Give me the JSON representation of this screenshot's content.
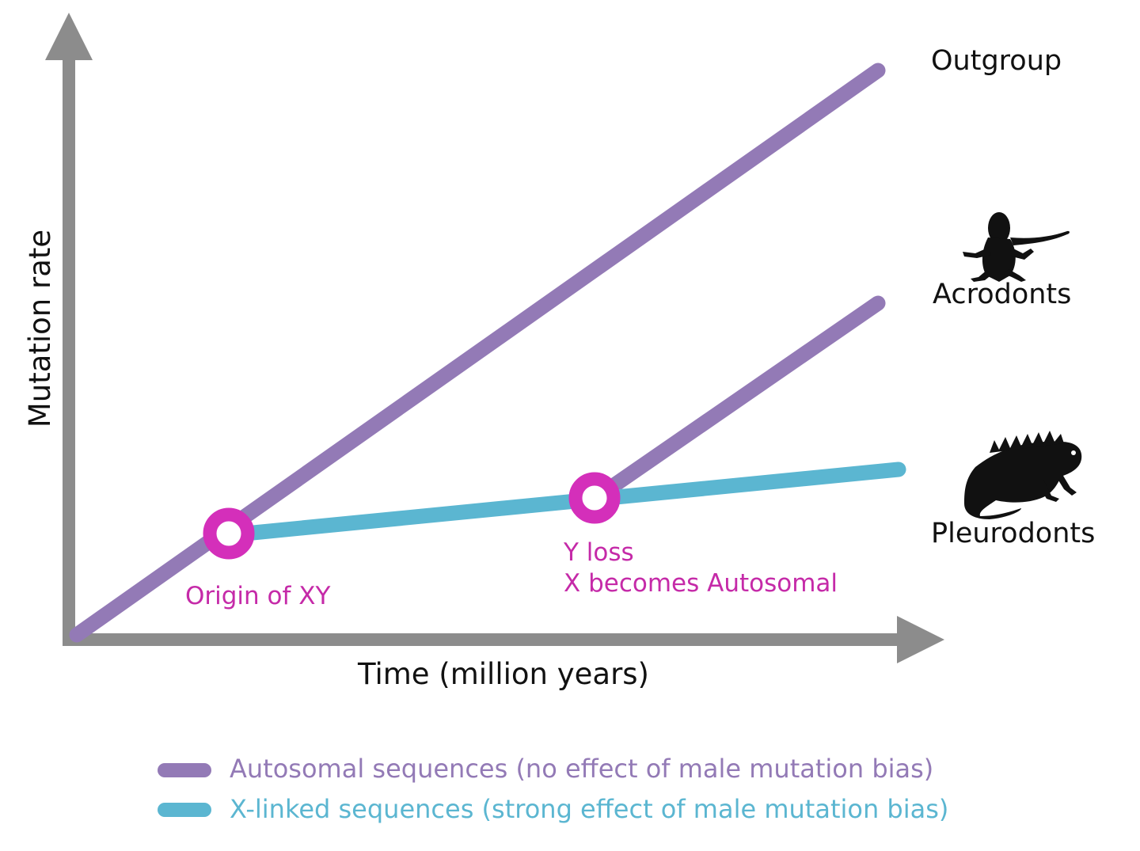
{
  "axes": {
    "y_label": "Mutation rate",
    "x_label": "Time (million years)",
    "color": "#8c8c8c"
  },
  "lineages": {
    "outgroup": "Outgroup",
    "acrodonts": "Acrodonts",
    "pleurodonts": "Pleurodonts"
  },
  "events": {
    "origin": "Origin of XY",
    "y_loss_line1": "Y loss",
    "y_loss_line2": "X becomes Autosomal",
    "marker_color": "#d42fba"
  },
  "legend": {
    "autosomal": {
      "label": "Autosomal sequences (no effect of male mutation bias)",
      "color": "#937ab6"
    },
    "xlinked": {
      "label": "X-linked sequences (strong effect of male mutation bias)",
      "color": "#5bb6d1"
    }
  },
  "icons": [
    "lizard-acrodont-icon",
    "iguana-pleurodont-icon"
  ]
}
